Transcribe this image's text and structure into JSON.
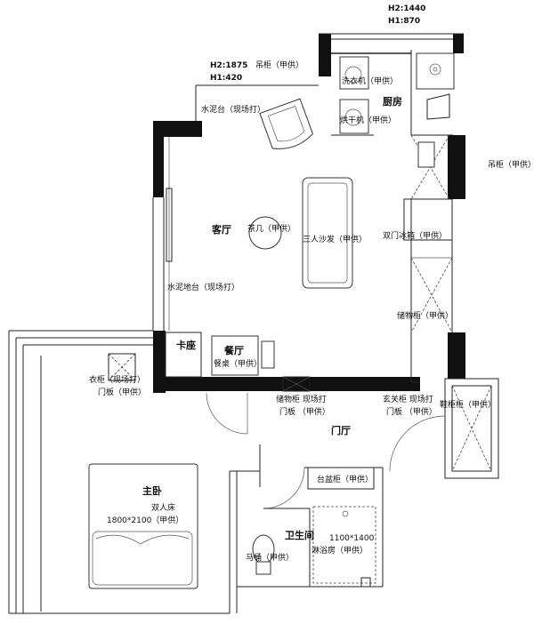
{
  "dimensions": {
    "top_right_h2": "H2:1440",
    "top_right_h1": "H1:870",
    "left_h2": "H2:1875",
    "left_h1": "H1:420"
  },
  "rooms": {
    "kitchen": "厨房",
    "living": "客厅",
    "dining": "餐厅",
    "entrance": "门厅",
    "master_bedroom": "主卧",
    "bathroom": "卫生间"
  },
  "labels": {
    "wall_cabinet_top": "吊柜（甲供）",
    "washing_machine": "洗衣机（甲供）",
    "dryer": "烘干机（甲供）",
    "concrete_counter_top": "水泥台（现场打）",
    "wall_cabinet_right": "吊柜（甲供）",
    "tea_table": "茶几（甲供）",
    "three_seat_sofa": "三人沙发（甲供）",
    "double_fridge": "双门冰箱（甲供）",
    "concrete_counter_left": "水泥地台（现场打）",
    "storage_cabinet": "储物柜（甲供）",
    "booth": "卡座",
    "dining_table": "餐桌（甲供）",
    "wardrobe_line1": "衣柜（现场打）",
    "wardrobe_line2": "门板（甲供）",
    "storage_door_line1": "储物柜 现场打",
    "storage_door_line2": "门板 （甲供）",
    "entry_cabinet_line1": "玄关柜 现场打",
    "entry_cabinet_line2": "门板 （甲供）",
    "shoe_cabinet": "鞋柜柜（甲供）",
    "double_bed": "双人床",
    "bed_size": "1800*2100（甲供）",
    "basin_cabinet": "台盆柜（甲供）",
    "toilet": "马桶（甲供）",
    "shower_size": "1100*1400",
    "shower_room": "淋浴房（甲供）"
  }
}
